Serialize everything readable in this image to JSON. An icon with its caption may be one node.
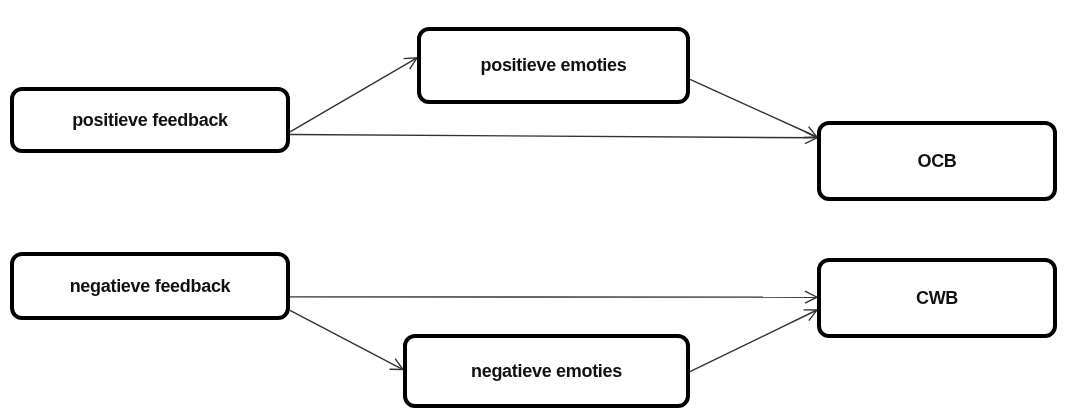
{
  "diagram": {
    "nodes": [
      {
        "text": [
          "positieve feedback"
        ]
      },
      {
        "text": [
          "positieve emoties"
        ]
      },
      {
        "text": [
          "OCB"
        ]
      },
      {
        "text": [
          "negatieve feedback"
        ]
      },
      {
        "text": [
          "CWB"
        ]
      },
      {
        "text": [
          "negatieve emoties"
        ]
      }
    ],
    "edges": [
      {
        "from": 0,
        "to": 1,
        "arrow": "to"
      },
      {
        "from": 1,
        "to": 2,
        "arrow": "to"
      },
      {
        "from": 0,
        "to": 2,
        "arrow": "to"
      },
      {
        "from": 3,
        "to": 4,
        "arrow": "to"
      },
      {
        "from": 3,
        "to": 5,
        "arrow": "to"
      },
      {
        "from": 5,
        "to": 4,
        "arrow": "to"
      }
    ]
  }
}
